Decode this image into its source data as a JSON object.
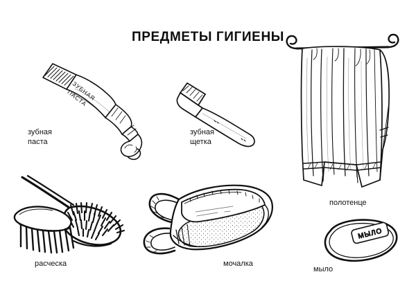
{
  "poster": {
    "title": "ПРЕДМЕТЫ ГИГИЕНЫ",
    "background_color": "#ffffff",
    "ink_color": "#111111",
    "style": "black-and-white line drawing"
  },
  "items": [
    {
      "id": "toothpaste",
      "caption": "зубная\nпаста",
      "icon": "toothpaste-tube-icon",
      "tube_text": "ЗУБНАЯ ПАСТА"
    },
    {
      "id": "toothbrush",
      "caption": "зубная\nщетка",
      "icon": "toothbrush-icon"
    },
    {
      "id": "towel",
      "caption": "полотенце",
      "icon": "hanging-towel-icon"
    },
    {
      "id": "comb",
      "caption": "расческа",
      "icon": "hairbrush-comb-icon"
    },
    {
      "id": "washcloth",
      "caption": "мочалка",
      "icon": "bath-mitt-icon"
    },
    {
      "id": "soap",
      "caption": "мыло",
      "icon": "soap-bar-icon",
      "bar_text": "МЫЛО"
    }
  ]
}
